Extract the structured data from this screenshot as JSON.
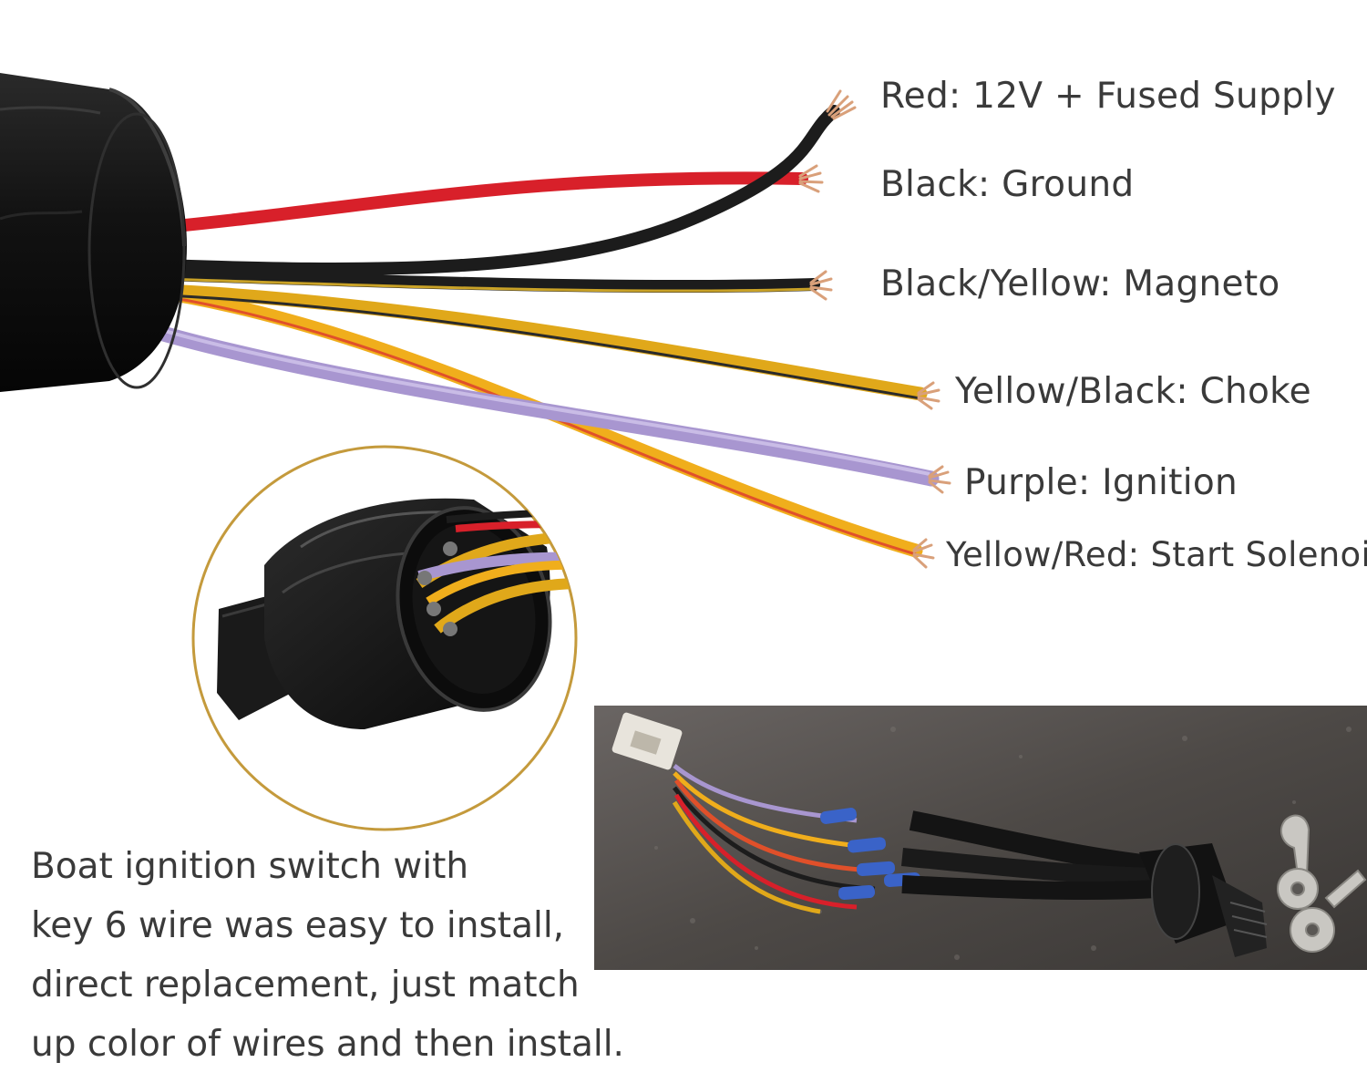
{
  "wire_labels": [
    {
      "id": "red",
      "text": "Red: 12V + Fused Supply",
      "color": "#d8202a"
    },
    {
      "id": "black",
      "text": "Black: Ground",
      "color": "#1c1c1c"
    },
    {
      "id": "black-yellow",
      "text": "Black/Yellow: Magneto",
      "color": "#1c1c1c"
    },
    {
      "id": "yellow-black",
      "text": "Yellow/Black: Choke",
      "color": "#e0a81a"
    },
    {
      "id": "purple",
      "text": "Purple: Ignition",
      "color": "#a896d0"
    },
    {
      "id": "yellow-red",
      "text": "Yellow/Red: Start Solenoid",
      "color": "#f0ae1c"
    }
  ],
  "caption": {
    "lines": [
      "Boat ignition switch with",
      "key 6 wire was easy to install,",
      "direct replacement, just match",
      "up color of wires and then install."
    ]
  },
  "colors": {
    "housing": "#161616",
    "copper": "#d9a07a",
    "inset_ring": "#c49a3c",
    "carpet": "#4a4745"
  }
}
